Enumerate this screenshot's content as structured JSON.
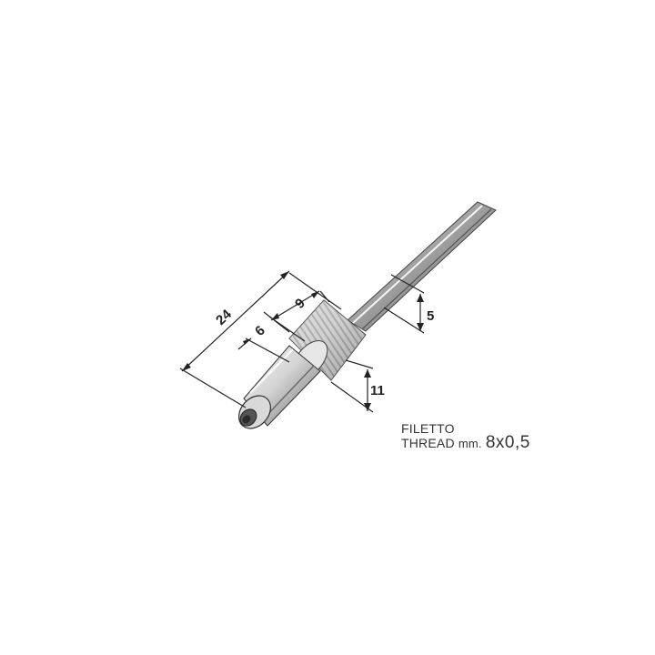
{
  "dimensions": {
    "overall_length": "24",
    "thread_length": "9",
    "tip_length": "6",
    "cable_diameter": "5",
    "body_diameter": "11"
  },
  "note": {
    "line1": "FILETTO",
    "line2_prefix": "THREAD",
    "line2_unit": "mm.",
    "line2_value": "8x0,5"
  },
  "colors": {
    "outline": "#333333",
    "metal_light": "#f2f2f2",
    "metal_mid": "#c9c9c9",
    "metal_dark": "#7a7a7a"
  }
}
